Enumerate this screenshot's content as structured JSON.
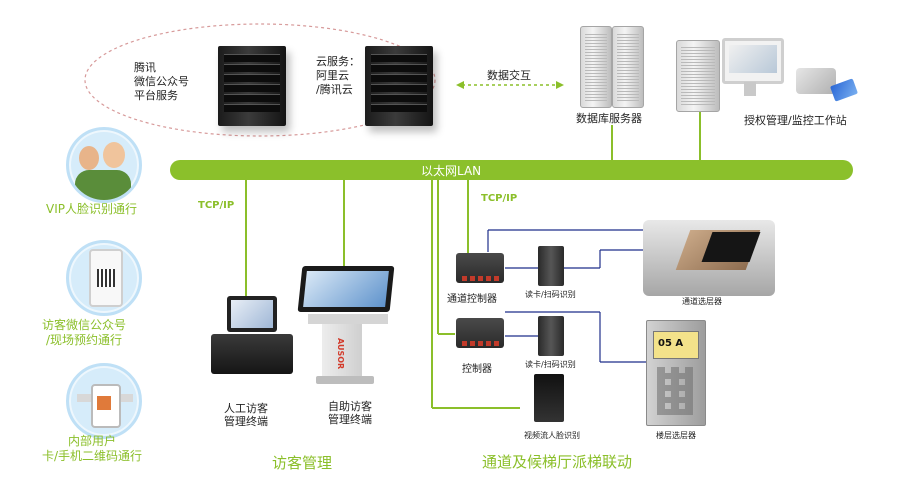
{
  "cloud": {
    "tencent_label": "腾讯\n微信公众号\n平台服务",
    "cloud_label": "云服务：\n阿里云\n/腾讯云",
    "data_exchange": "数据交互"
  },
  "servers": {
    "db_label": "数据库服务器",
    "workstation_label": "授权管理/监控工作站"
  },
  "network": {
    "lan_label": "以太网LAN",
    "tcpip_left": "TCP/IP",
    "tcpip_right": "TCP/IP"
  },
  "left_modes": [
    {
      "label": "VIP人脸识别通行"
    },
    {
      "label": "访客微信公众号\n/现场预约通行"
    },
    {
      "label": "内部用户\n卡/手机二维码通行"
    }
  ],
  "visitor": {
    "manual_terminal": "人工访客\n管理终端",
    "self_terminal": "自助访客\n管理终端",
    "section_title": "访客管理",
    "kiosk_brand": "AUSOR"
  },
  "channel": {
    "controller1": "通道控制器",
    "controller2": "控制器",
    "reader1": "读卡/扫码识别",
    "reader2": "读卡/扫码识别",
    "face_reader": "视频流人脸识别",
    "floor_selector_channel": "通道选层器",
    "floor_selector_lobby": "楼层选层器",
    "panel_display": "05 A",
    "section_title": "通道及候梯厅派梯联动"
  },
  "colors": {
    "green": "#8bbf2a",
    "blue_line": "#1f2f8a",
    "dash": "#d79a9a"
  }
}
